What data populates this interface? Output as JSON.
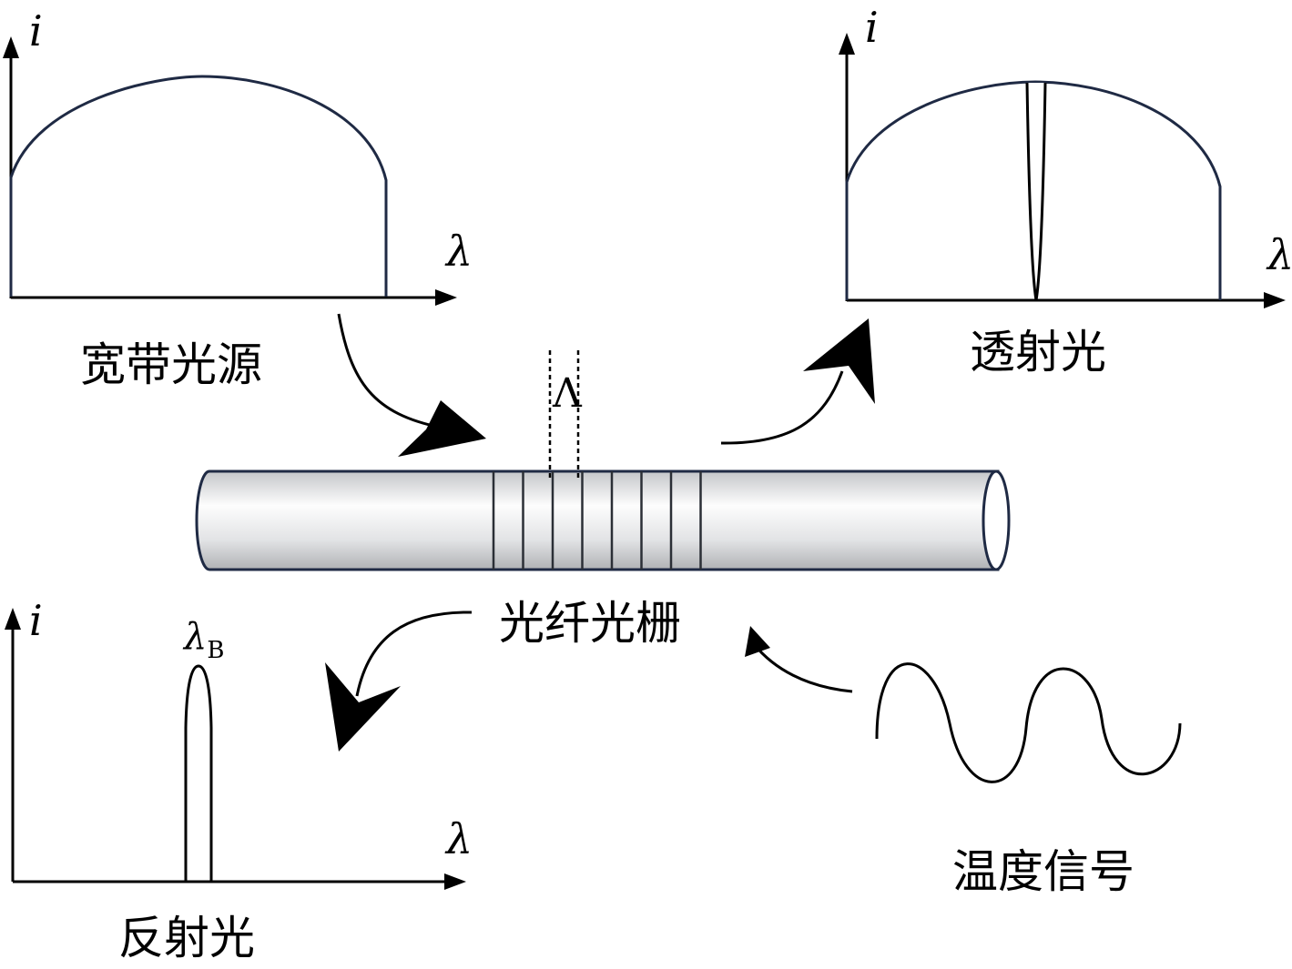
{
  "labels": {
    "broadband_source": "宽带光源",
    "transmitted_light": "透射光",
    "reflected_light": "反射光",
    "fiber_grating": "光纤光栅",
    "temperature_signal": "温度信号",
    "grating_period": "Λ"
  },
  "axes": {
    "intensity_symbol": "i",
    "wavelength_symbol": "λ",
    "bragg_symbol": "λ",
    "bragg_subscript": "B"
  },
  "colors": {
    "curve": "#1f2a44",
    "axis": "#000000",
    "fiber_dark": "#b7b9bc",
    "fiber_light": "#fbfbfb"
  },
  "grating_line_count": 8
}
